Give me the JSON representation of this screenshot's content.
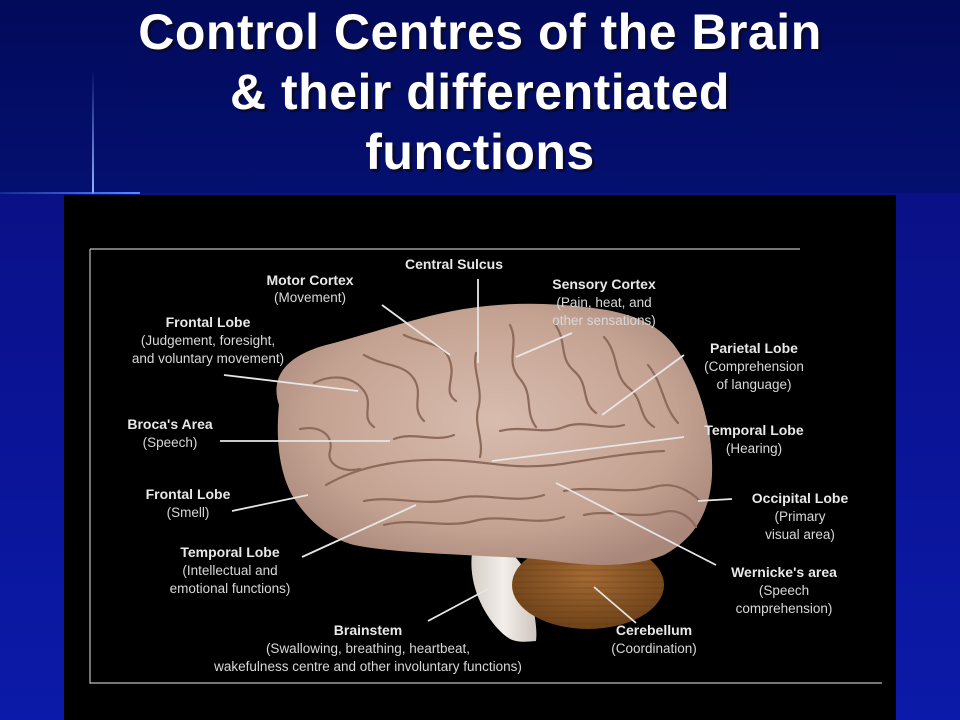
{
  "slide": {
    "title_lines": [
      "Control Centres of the Brain",
      "& their differentiated",
      "functions"
    ]
  },
  "labels": {
    "central_sulcus": {
      "title": "Central Sulcus"
    },
    "motor_cortex": {
      "title": "Motor Cortex",
      "desc": [
        "(Movement)"
      ]
    },
    "sensory_cortex": {
      "title": "Sensory Cortex",
      "desc": [
        "(Pain, heat, and",
        "other sensations)"
      ]
    },
    "frontal_lobe_judgement": {
      "title": "Frontal Lobe",
      "desc": [
        "(Judgement, foresight,",
        "and voluntary movement)"
      ]
    },
    "parietal_lobe": {
      "title": "Parietal Lobe",
      "desc": [
        "(Comprehension",
        "of language)"
      ]
    },
    "brocas_area": {
      "title": "Broca's Area",
      "desc": [
        "(Speech)"
      ]
    },
    "temporal_lobe_hearing": {
      "title": "Temporal Lobe",
      "desc": [
        "(Hearing)"
      ]
    },
    "frontal_lobe_smell": {
      "title": "Frontal Lobe",
      "desc": [
        "(Smell)"
      ]
    },
    "occipital_lobe": {
      "title": "Occipital Lobe",
      "desc": [
        "(Primary",
        "visual area)"
      ]
    },
    "temporal_lobe_intellectual": {
      "title": "Temporal Lobe",
      "desc": [
        "(Intellectual and",
        "emotional functions)"
      ]
    },
    "wernickes_area": {
      "title": "Wernicke's area",
      "desc": [
        "(Speech",
        "comprehension)"
      ]
    },
    "brainstem": {
      "title": "Brainstem",
      "desc": [
        "(Swallowing, breathing, heartbeat,",
        "wakefulness centre and other involuntary functions)"
      ]
    },
    "cerebellum": {
      "title": "Cerebellum",
      "desc": [
        "(Coordination)"
      ]
    }
  },
  "colors": {
    "cortex": "#c9a89a",
    "cerebellum": "#8a5a2a",
    "brainstem": "#e8e2dc",
    "background": "#000000"
  }
}
